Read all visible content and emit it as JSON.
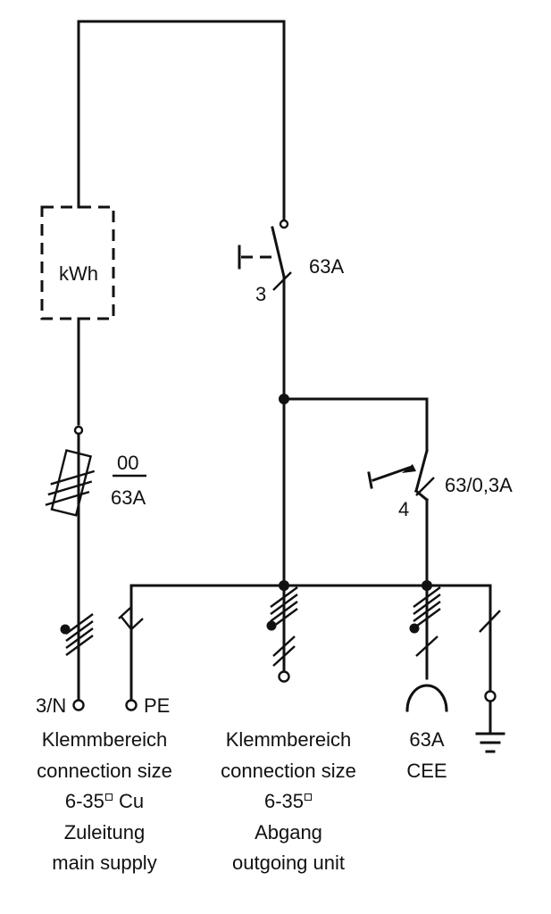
{
  "meter": {
    "label": "kWh"
  },
  "fuse": {
    "size": "00",
    "rating": "63A"
  },
  "main_switch": {
    "poles": "3",
    "rating": "63A"
  },
  "rcd": {
    "poles": "4",
    "rating": "63/0,3A"
  },
  "terminals": {
    "supply_label": "3/N",
    "pe_label": "PE"
  },
  "supply_block": {
    "line1": "Klemmbereich",
    "line2": "connection size",
    "line3_prefix": "6-35",
    "line3_suffix": "Cu",
    "line4": "Zuleitung",
    "line5": "main supply"
  },
  "outgoing_block": {
    "line1": "Klemmbereich",
    "line2": "connection size",
    "line3_prefix": "6-35",
    "line4": "Abgang",
    "line5": "outgoing unit"
  },
  "cee_block": {
    "line1": "63A",
    "line2": "CEE"
  }
}
